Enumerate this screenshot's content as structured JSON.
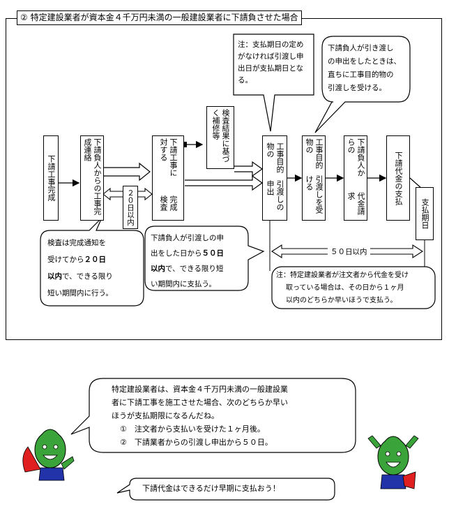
{
  "section_title": "② 特定建設業者が資本金４千万円未満の一般建設業者に下請負させた場合",
  "steps": {
    "s1": "下請工事完成",
    "s2": "下請負人からの工事完成連絡",
    "s3a": "完成検査",
    "s3b": "下請工事に対する",
    "s4": "検査結果に基づく補修等",
    "s5a": "工事目的物の",
    "s5b": "引渡しの申出",
    "s6a": "工事目的物の",
    "s6b": "引渡しを受ける",
    "s7a": "下請負人からの",
    "s7b": "代金請求",
    "s8": "下請代金の支払",
    "s9": "支払期日"
  },
  "labels": {
    "twenty_days": "２０日以内",
    "fifty_days": "５０日以内"
  },
  "notes": {
    "payment_date": [
      "注：支払期日の定め",
      "がなければ引渡し申",
      "出日が支払期日とな",
      "る。"
    ],
    "handover": [
      "下請負人が引き渡し",
      "の申出をしたときは、",
      "直ちに工事目的物の",
      "引渡しを受ける。"
    ],
    "inspection": {
      "l1": "検査は完成通知を",
      "l2a": "受けてから",
      "l2b": "２０日",
      "l3a": "以内",
      "l3b": "で、できる限り",
      "l4": "短い期間内に行う。"
    },
    "fifty": {
      "l1": "下請負人が引渡しの申",
      "l2a": "出をした日から",
      "l2b": "５０日",
      "l3a": "以内",
      "l3b": "で、できる限り短",
      "l4": "い期間内に支払う。"
    },
    "client_payment": [
      "注：特定建設業者が注文者から代金を受け",
      "取っている場合は、その日から１ヶ月",
      "以内のどちらか早いほうで支払う。"
    ]
  },
  "speech": {
    "main": [
      "特定建設業者は、資本金４千万円未満の一般建設業",
      "者に下請工事を施工させた場合、次のどちらか早い",
      "ほうが支払期限になるんだね。",
      "①　注文者から支払いを受けた１ヶ月後。",
      "②　下請業者からの引渡し申出から５０日。"
    ],
    "small": "下請代金はできるだけ早期に支払おう！"
  },
  "colors": {
    "mascot_green": "#3aa33a",
    "cape_red": "#e02020",
    "cape_blue": "#2233aa",
    "line": "#000000"
  }
}
